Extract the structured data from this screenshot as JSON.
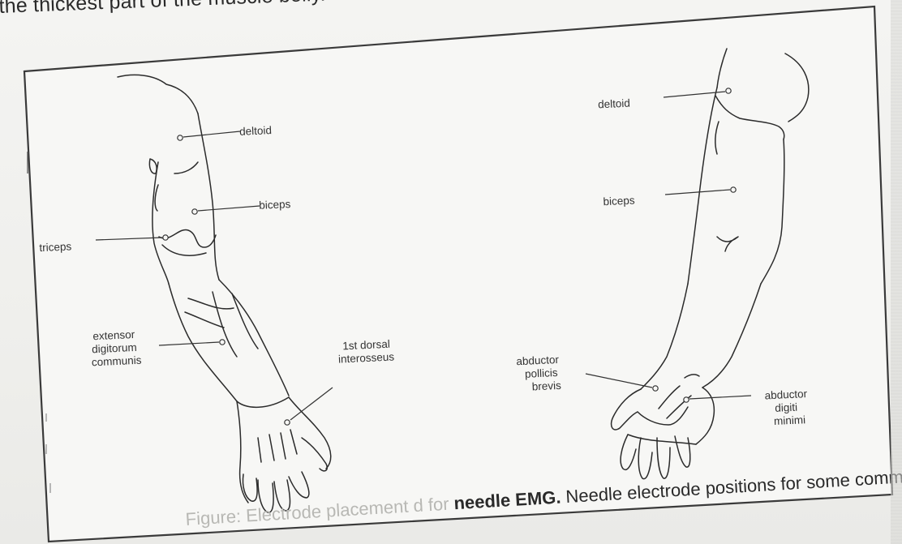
{
  "intro_text": "the thickest part of the muscle belly.",
  "figure": {
    "left_arm_labels": {
      "deltoid": "deltoid",
      "biceps": "biceps",
      "triceps": "triceps",
      "extensor_line1": "extensor",
      "extensor_line2": "digitorum",
      "extensor_line3": "communis",
      "dorsal_line1": "1st dorsal",
      "dorsal_line2": "interosseus"
    },
    "right_arm_labels": {
      "deltoid": "deltoid",
      "biceps": "biceps",
      "apb_line1": "abductor",
      "apb_line2": "pollicis",
      "apb_line3": "brevis",
      "adm_line1": "abductor",
      "adm_line2": "digiti",
      "adm_line3": "minimi"
    }
  },
  "caption": {
    "faded_prefix": "Figure: Electrode placement ",
    "faded_mid": "d for ",
    "bold": "needle EMG.",
    "rest": " Needle electrode positions for some commonly"
  }
}
